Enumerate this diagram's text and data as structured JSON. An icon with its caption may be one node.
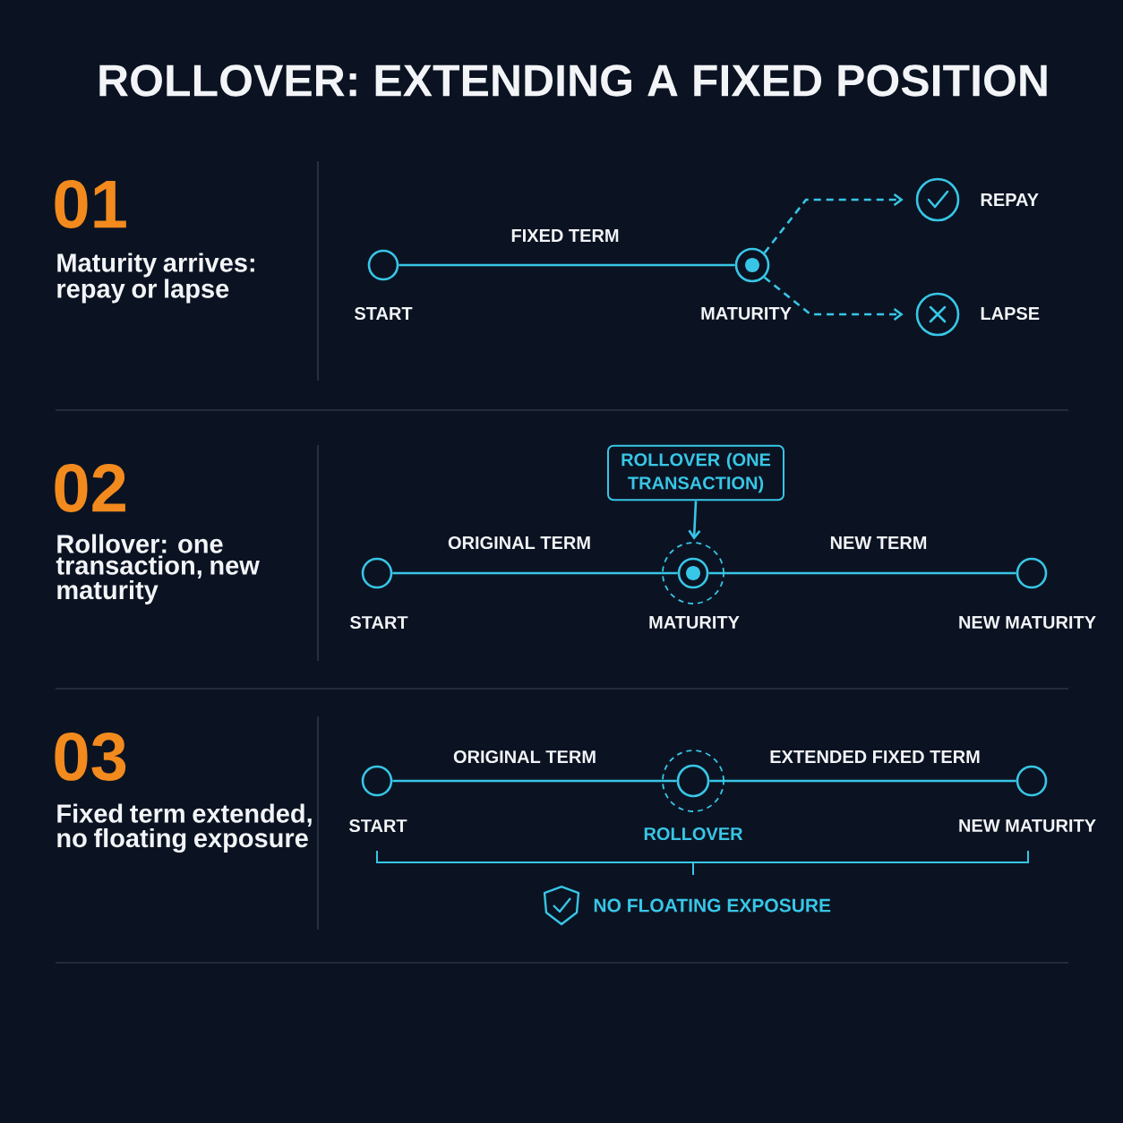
{
  "diagram": {
    "title": "ROLLOVER: EXTENDING A FIXED POSITION",
    "nodes": [
      {
        "text": [],
        "shape": "circle",
        "beside": [
          "START"
        ]
      },
      {
        "text": [],
        "shape": "circle",
        "beside": [
          "MATURITY"
        ]
      },
      {
        "text": [],
        "shape": "circle",
        "beside": [
          "REPAY"
        ]
      },
      {
        "text": [],
        "shape": "circle",
        "beside": [
          "LAPSE"
        ]
      },
      {
        "text": [
          "ROLLOVER (ONE TRANSACTION)"
        ]
      },
      {
        "text": [],
        "shape": "circle",
        "beside": [
          "START"
        ]
      },
      {
        "text": [],
        "shape": "circle",
        "beside": [
          "MATURITY"
        ]
      },
      {
        "text": [],
        "shape": "circle",
        "beside": [
          "NEW MATURITY"
        ]
      },
      {
        "text": [],
        "shape": "circle",
        "beside": [
          "START"
        ]
      },
      {
        "text": [],
        "shape": "circle",
        "beside": [
          "ROLLOVER"
        ]
      },
      {
        "text": [],
        "shape": "circle",
        "beside": [
          "NEW MATURITY"
        ]
      }
    ],
    "edges": [
      {
        "from": 0,
        "to": 1,
        "arrow": "none",
        "label": "FIXED TERM"
      },
      {
        "from": 1,
        "to": 2,
        "arrow": "to",
        "style": "dashed"
      },
      {
        "from": 1,
        "to": 3,
        "arrow": "to",
        "style": "dashed"
      },
      {
        "from": 4,
        "to": 6,
        "arrow": "to"
      },
      {
        "from": 5,
        "to": 6,
        "arrow": "none",
        "label": "ORIGINAL TERM"
      },
      {
        "from": 6,
        "to": 7,
        "arrow": "none",
        "label": "NEW TERM"
      },
      {
        "from": 8,
        "to": 9,
        "arrow": "none",
        "label": "ORIGINAL TERM"
      },
      {
        "from": 9,
        "to": 10,
        "arrow": "none",
        "label": "EXTENDED FIXED TERM"
      }
    ],
    "labels": [
      "01",
      "Maturity arrives: repay or lapse",
      "02",
      "Rollover: one transaction, new maturity",
      "03",
      "Fixed term extended, no floating exposure",
      "NO FLOATING EXPOSURE"
    ]
  }
}
